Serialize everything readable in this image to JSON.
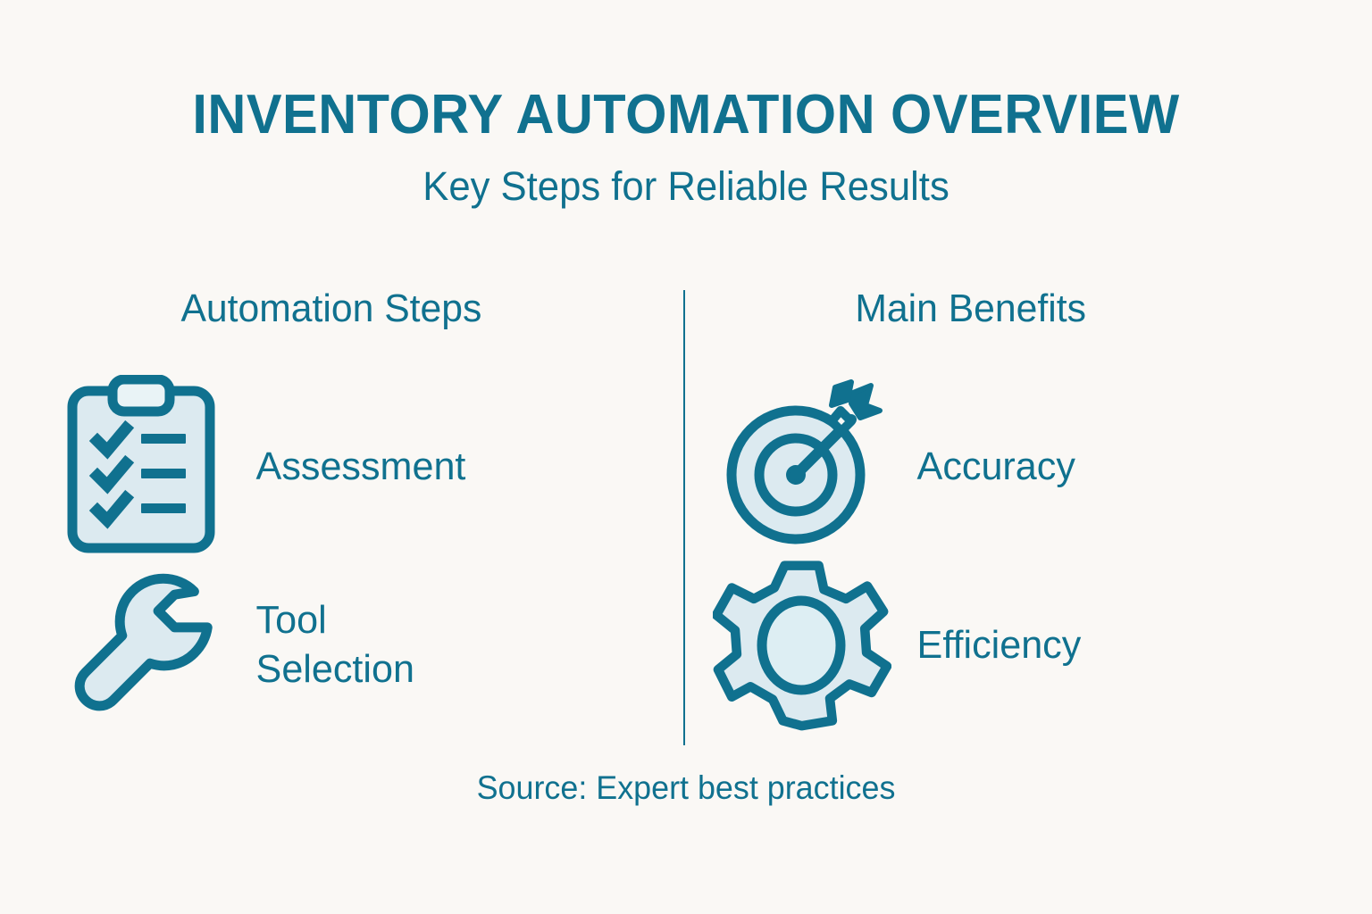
{
  "header": {
    "title": "INVENTORY AUTOMATION OVERVIEW",
    "subtitle": "Key Steps for Reliable Results"
  },
  "columns": [
    {
      "id": "automation-steps",
      "title": "Automation Steps",
      "items": [
        {
          "label": "Assessment",
          "icon": "clipboard-checklist-icon"
        },
        {
          "label": "Tool\nSelection",
          "icon": "wrench-icon"
        }
      ]
    },
    {
      "id": "main-benefits",
      "title": "Main Benefits",
      "items": [
        {
          "label": "Accuracy",
          "icon": "target-arrow-icon"
        },
        {
          "label": "Efficiency",
          "icon": "gear-icon"
        }
      ]
    }
  ],
  "footer": {
    "source": "Source: Expert best practices"
  },
  "colors": {
    "background": "#faf8f5",
    "accent": "#10718f",
    "icon_fill": "#dceaf0",
    "icon_stroke": "#10718f",
    "divider": "#10718f"
  }
}
